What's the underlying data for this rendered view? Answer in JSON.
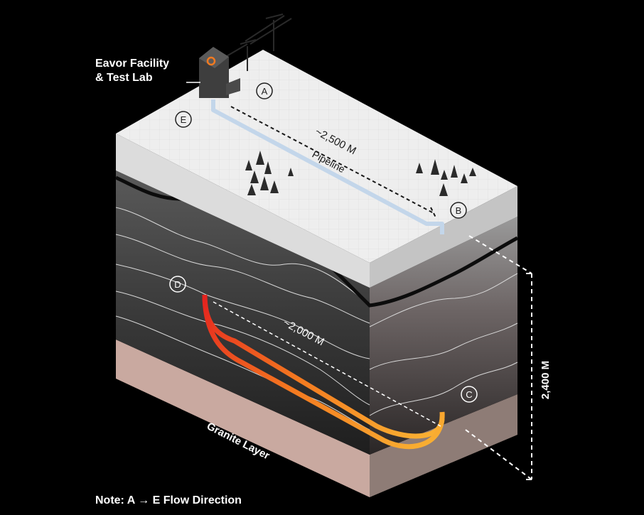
{
  "labels": {
    "facility_line1": "Eavor Facility",
    "facility_line2": "& Test Lab",
    "pipeline": "Pipeline",
    "surface_distance": "~2,500 M",
    "lateral_distance": "~2,000 M",
    "depth": "2,400 M",
    "granite": "Granite Layer",
    "note": "Note: A → E Flow Direction"
  },
  "markers": [
    "A",
    "B",
    "C",
    "D",
    "E"
  ],
  "colors": {
    "background": "#000000",
    "surface": "#eeeeee",
    "pipe_hot": "#e4231f",
    "pipe_mid": "#f47a20",
    "pipe_warm": "#f9b233",
    "pipe_cold": "#2f8fc4",
    "granite": "#c9a9a0"
  }
}
